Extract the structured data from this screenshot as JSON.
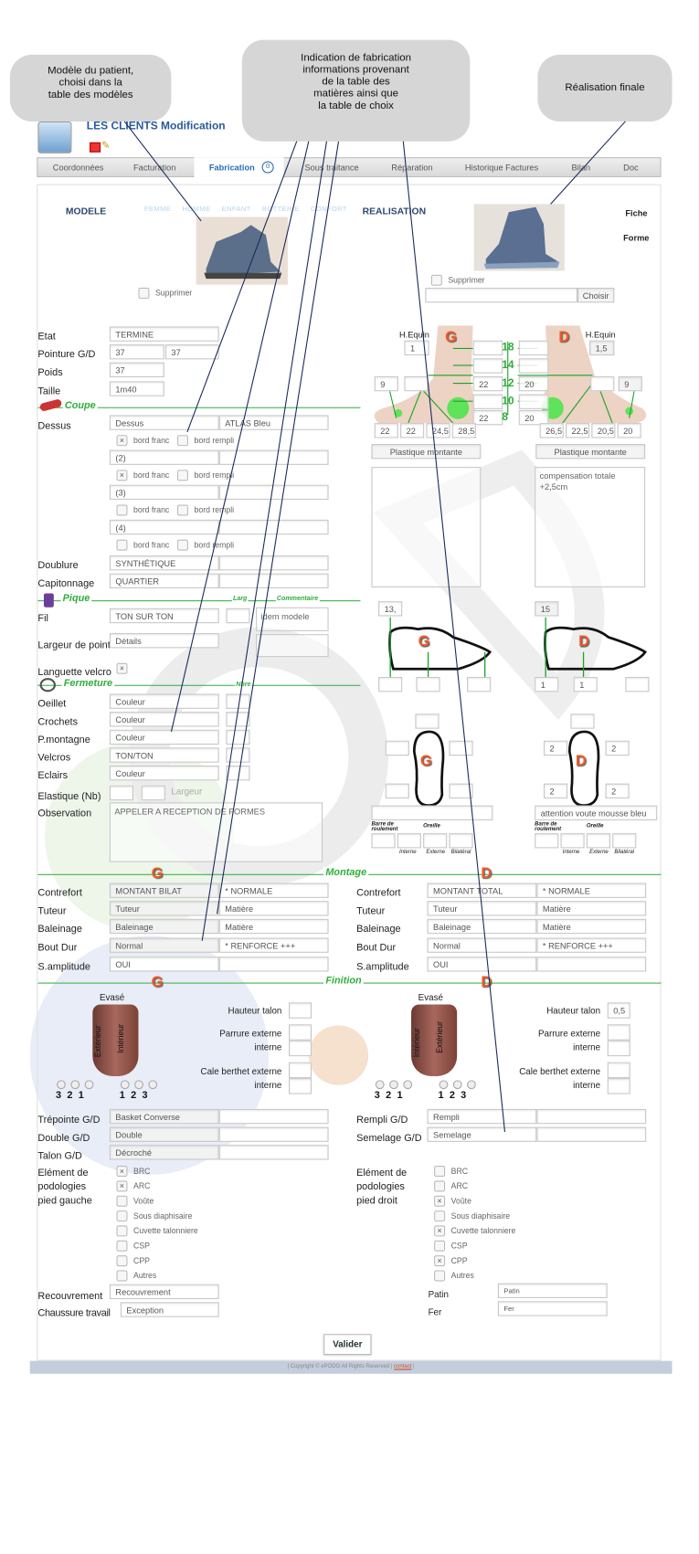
{
  "callouts": {
    "modele": "Modèle du patient,\nchoisi dans la\ntable des modèles",
    "fabrication": "Indication de fabrication\ninformations provenant\nde la table des\nmatières ainsi que\nla table de choix",
    "realisation": "Réalisation finale"
  },
  "header": {
    "title": "LES CLIENTS Modification"
  },
  "tabs": [
    {
      "label": "Coordonnées"
    },
    {
      "label": "Facturation"
    },
    {
      "label": "Fabrication",
      "active": true,
      "badge": "0"
    },
    {
      "label": "Sous traitance"
    },
    {
      "label": "Réparation"
    },
    {
      "label": "Historique Factures"
    },
    {
      "label": "Bilan"
    },
    {
      "label": "Doc"
    }
  ],
  "modele": {
    "label": "MODELE",
    "categories": [
      "FEMME",
      "HOMME",
      "ENFANT",
      "BOTTERIE",
      "CONFORT"
    ],
    "supprimer": "Supprimer"
  },
  "realisation": {
    "label": "REALISATION",
    "supprimer": "Supprimer",
    "file_value": "",
    "choisir": "Choisir",
    "fiche": "Fiche",
    "forme": "Forme"
  },
  "general": {
    "etat_label": "Etat",
    "etat": "TERMINE",
    "pointure_label": "Pointure G/D",
    "pointure_g": "37",
    "pointure_d": "37",
    "poids_label": "Poids",
    "poids": "37",
    "taille_label": "Taille",
    "taille": "1m40"
  },
  "coupe": {
    "title": "Coupe",
    "dessus_label": "Dessus",
    "rows": [
      {
        "a": "Dessus",
        "b": "ATLAS Bleu"
      },
      {
        "a": "(2)",
        "b": ""
      },
      {
        "a": "(3)",
        "b": ""
      },
      {
        "a": "(4)",
        "b": ""
      }
    ],
    "bord_franc": "bord franc",
    "bord_rempli": "bord rempli",
    "checks": [
      [
        true,
        false
      ],
      [
        true,
        false
      ],
      [
        false,
        false
      ],
      [
        false,
        false
      ]
    ],
    "doublure_label": "Doublure",
    "doublure": "SYNTHÉTIQUE",
    "capitonnage_label": "Capitonnage",
    "capitonnage": "QUARTIER"
  },
  "pique": {
    "title": "Pique",
    "larg": "Larg",
    "commentaire": "Commentaire",
    "fil_label": "Fil",
    "fil": "TON SUR TON",
    "commentaire_value": "idem modele",
    "largeur_label": "Largeur de point",
    "largeur": "Détails",
    "languette_label": "Languette velcro",
    "languette_checked": true
  },
  "fermeture": {
    "title": "Fermeture",
    "nbre": "Nbre",
    "rows": [
      {
        "label": "Oeillet",
        "value": "Couleur"
      },
      {
        "label": "Crochets",
        "value": "Couleur"
      },
      {
        "label": "P.montagne",
        "value": "Couleur"
      },
      {
        "label": "Velcros",
        "value": "TON/TON"
      },
      {
        "label": "Eclairs",
        "value": "Couleur"
      }
    ],
    "elastique_label": "Elastique (Nb)",
    "largeur_placeholder": "Largeur",
    "observation_label": "Observation",
    "observation": "APPELER A RECEPTION DE FORMES"
  },
  "mesures": {
    "g": "G",
    "d": "D",
    "hequin_label": "H.Equin",
    "hequin_g": "1",
    "hequin_d": "1,5",
    "scale": [
      "18",
      "14",
      "12",
      "10",
      "8"
    ],
    "col_g": [
      "",
      "",
      "22",
      "",
      "22"
    ],
    "col_d": [
      "",
      "",
      "20",
      "",
      "20"
    ],
    "side_g": [
      "9",
      ""
    ],
    "side_d": [
      "",
      "9"
    ],
    "bottom_g": [
      "22",
      "22",
      "24,5",
      "28,5"
    ],
    "bottom_d": [
      "26,5",
      "22,5",
      "20,5",
      "20"
    ],
    "plastique": "Plastique montante",
    "note_g": "",
    "note_d": "compensation totale +2,5cm",
    "shoe_top_g": "13,",
    "shoe_top_d": "15",
    "shoe_bottom_g": [
      "",
      "",
      ""
    ],
    "shoe_bottom_d": [
      "1",
      "1",
      ""
    ],
    "sole_g": [
      "",
      "",
      "",
      "",
      ""
    ],
    "sole_d": [
      "",
      "2",
      "2",
      "2",
      "2"
    ],
    "barre_g": "",
    "barre_d": "attention voute mousse bleu",
    "barre_label": "Barre de\nroulement",
    "oreille": "Oreille",
    "interne": "Interne",
    "externe": "Externe",
    "bilateral": "Bilatéral"
  },
  "montage": {
    "title": "Montage",
    "labels": [
      "Contrefort",
      "Tuteur",
      "Baleinage",
      "Bout Dur",
      "S.amplitude"
    ],
    "g": [
      [
        "MONTANT BILAT",
        "* NORMALE"
      ],
      [
        "Tuteur",
        "Matière"
      ],
      [
        "Baleinage",
        "Matière"
      ],
      [
        "Normal",
        "* RENFORCE +++"
      ],
      [
        "OUI"
      ]
    ],
    "d": [
      [
        "MONTANT TOTAL",
        "* NORMALE"
      ],
      [
        "Tuteur",
        "Matière"
      ],
      [
        "Baleinage",
        "Matière"
      ],
      [
        "Normal",
        "* RENFORCE +++"
      ],
      [
        "OUI"
      ]
    ]
  },
  "finition": {
    "title": "Finition",
    "evase": "Evasé",
    "exterieur": "Extérieur",
    "interieur": "Intérieur",
    "nums_left": "3 2 1",
    "nums_right": "1 2 3",
    "hauteur_label": "Hauteur talon",
    "hauteur_g": "",
    "hauteur_d": "0,5",
    "parrure_label": "Parrure externe",
    "interne_label": "interne",
    "cale_label": "Cale berthet externe",
    "trepointe_label": "Trépointe G/D",
    "trepointe": "Basket Converse",
    "double_label": "Double G/D",
    "double": "Double",
    "talon_label": "Talon G/D",
    "talon": "Décroché",
    "rempli_label": "Rempli G/D",
    "rempli": "Rempli",
    "semelage_label": "Semelage G/D",
    "semelage": "Semelage"
  },
  "podologie": {
    "label_g": "Elément de\npodologies\npied gauche",
    "label_d": "Elément de\npodologies\npied droit",
    "items": [
      "BRC",
      "ARC",
      "Voûte",
      "Sous diaphisaire",
      "Cuvette talonniere",
      "CSP",
      "CPP",
      "Autres"
    ],
    "checked_g": [
      true,
      true,
      false,
      false,
      false,
      false,
      false,
      false
    ],
    "checked_d": [
      false,
      false,
      true,
      false,
      true,
      false,
      true,
      false
    ]
  },
  "divers": {
    "recouvrement_label": "Recouvrement",
    "recouvrement": "Recouvrement",
    "chaussure_label": "Chaussure travail",
    "chaussure": "Exception",
    "patin_label": "Patin",
    "patin": "Patin",
    "fer_label": "Fer",
    "fer": "Fer"
  },
  "valider": "Valider",
  "footer": {
    "text": "| Copyright © ePODO All Rights Reserved |",
    "link": "contact",
    "end": "|"
  },
  "colors": {
    "accent_green": "#2fae3c",
    "badge_orange": "#f05a2a",
    "title_blue": "#2a5a9a",
    "footer_bg": "#c3cddb"
  }
}
